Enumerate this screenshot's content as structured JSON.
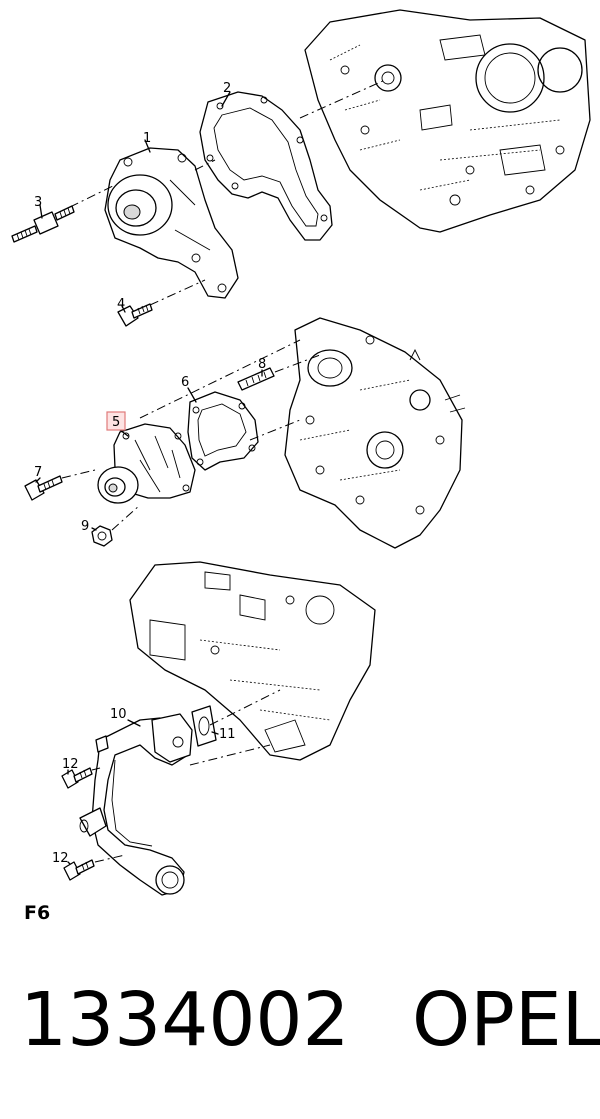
{
  "callouts": [
    {
      "id": "c1",
      "label": "1",
      "highlighted": false
    },
    {
      "id": "c2",
      "label": "2",
      "highlighted": false
    },
    {
      "id": "c3",
      "label": "3",
      "highlighted": false
    },
    {
      "id": "c4",
      "label": "4",
      "highlighted": false
    },
    {
      "id": "c5",
      "label": "5",
      "highlighted": true
    },
    {
      "id": "c6",
      "label": "6",
      "highlighted": false
    },
    {
      "id": "c7",
      "label": "7",
      "highlighted": false
    },
    {
      "id": "c8",
      "label": "8",
      "highlighted": false
    },
    {
      "id": "c9",
      "label": "9",
      "highlighted": false
    },
    {
      "id": "c10",
      "label": "10",
      "highlighted": false
    },
    {
      "id": "c11",
      "label": "11",
      "highlighted": false
    },
    {
      "id": "c12a",
      "label": "12",
      "highlighted": false
    },
    {
      "id": "c12b",
      "label": "12",
      "highlighted": false
    }
  ],
  "frame_code": "F6",
  "part_number": "1334002",
  "brand": "OPEL",
  "colors": {
    "highlight_fill": "#fde3e3",
    "highlight_border": "#e07a7a",
    "line": "#000000"
  }
}
